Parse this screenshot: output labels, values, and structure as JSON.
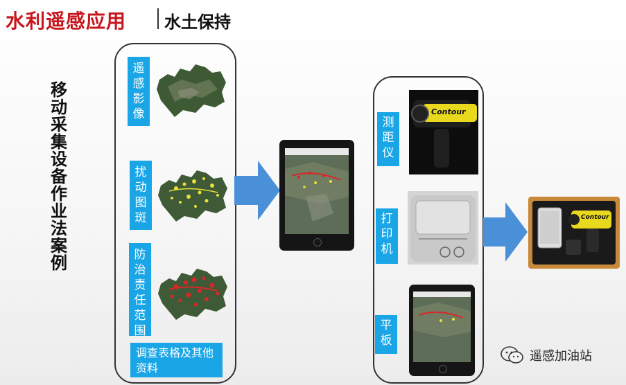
{
  "header": {
    "title": "水利遥感应用",
    "subtitle": "水土保持"
  },
  "vertical_title": [
    "移",
    "动",
    "采",
    "集",
    "设",
    "备",
    "作",
    "业",
    "法",
    "案",
    "例"
  ],
  "left_panel": {
    "items": [
      {
        "label": [
          "遥",
          "感",
          "影",
          "像"
        ]
      },
      {
        "label": [
          "扰",
          "动",
          "图",
          "斑"
        ]
      },
      {
        "label": [
          "防",
          "治",
          "责",
          "任",
          "范",
          "围"
        ]
      }
    ],
    "bottom_label": "调查表格及其他资料"
  },
  "right_panel": {
    "items": [
      {
        "label": [
          "测",
          "距",
          "仪"
        ]
      },
      {
        "label": [
          "打",
          "印",
          "机"
        ]
      },
      {
        "label": [
          "平",
          "板"
        ]
      }
    ],
    "rangefinder_brand": "Contour",
    "result_brand": "Contour"
  },
  "watermark": "遥感加油站",
  "colors": {
    "title_red": "#c8161d",
    "label_blue": "#1aa6e6",
    "arrow_blue": "#4a90d9"
  },
  "icons": [
    "arrow-right-icon",
    "wechat-icon"
  ]
}
